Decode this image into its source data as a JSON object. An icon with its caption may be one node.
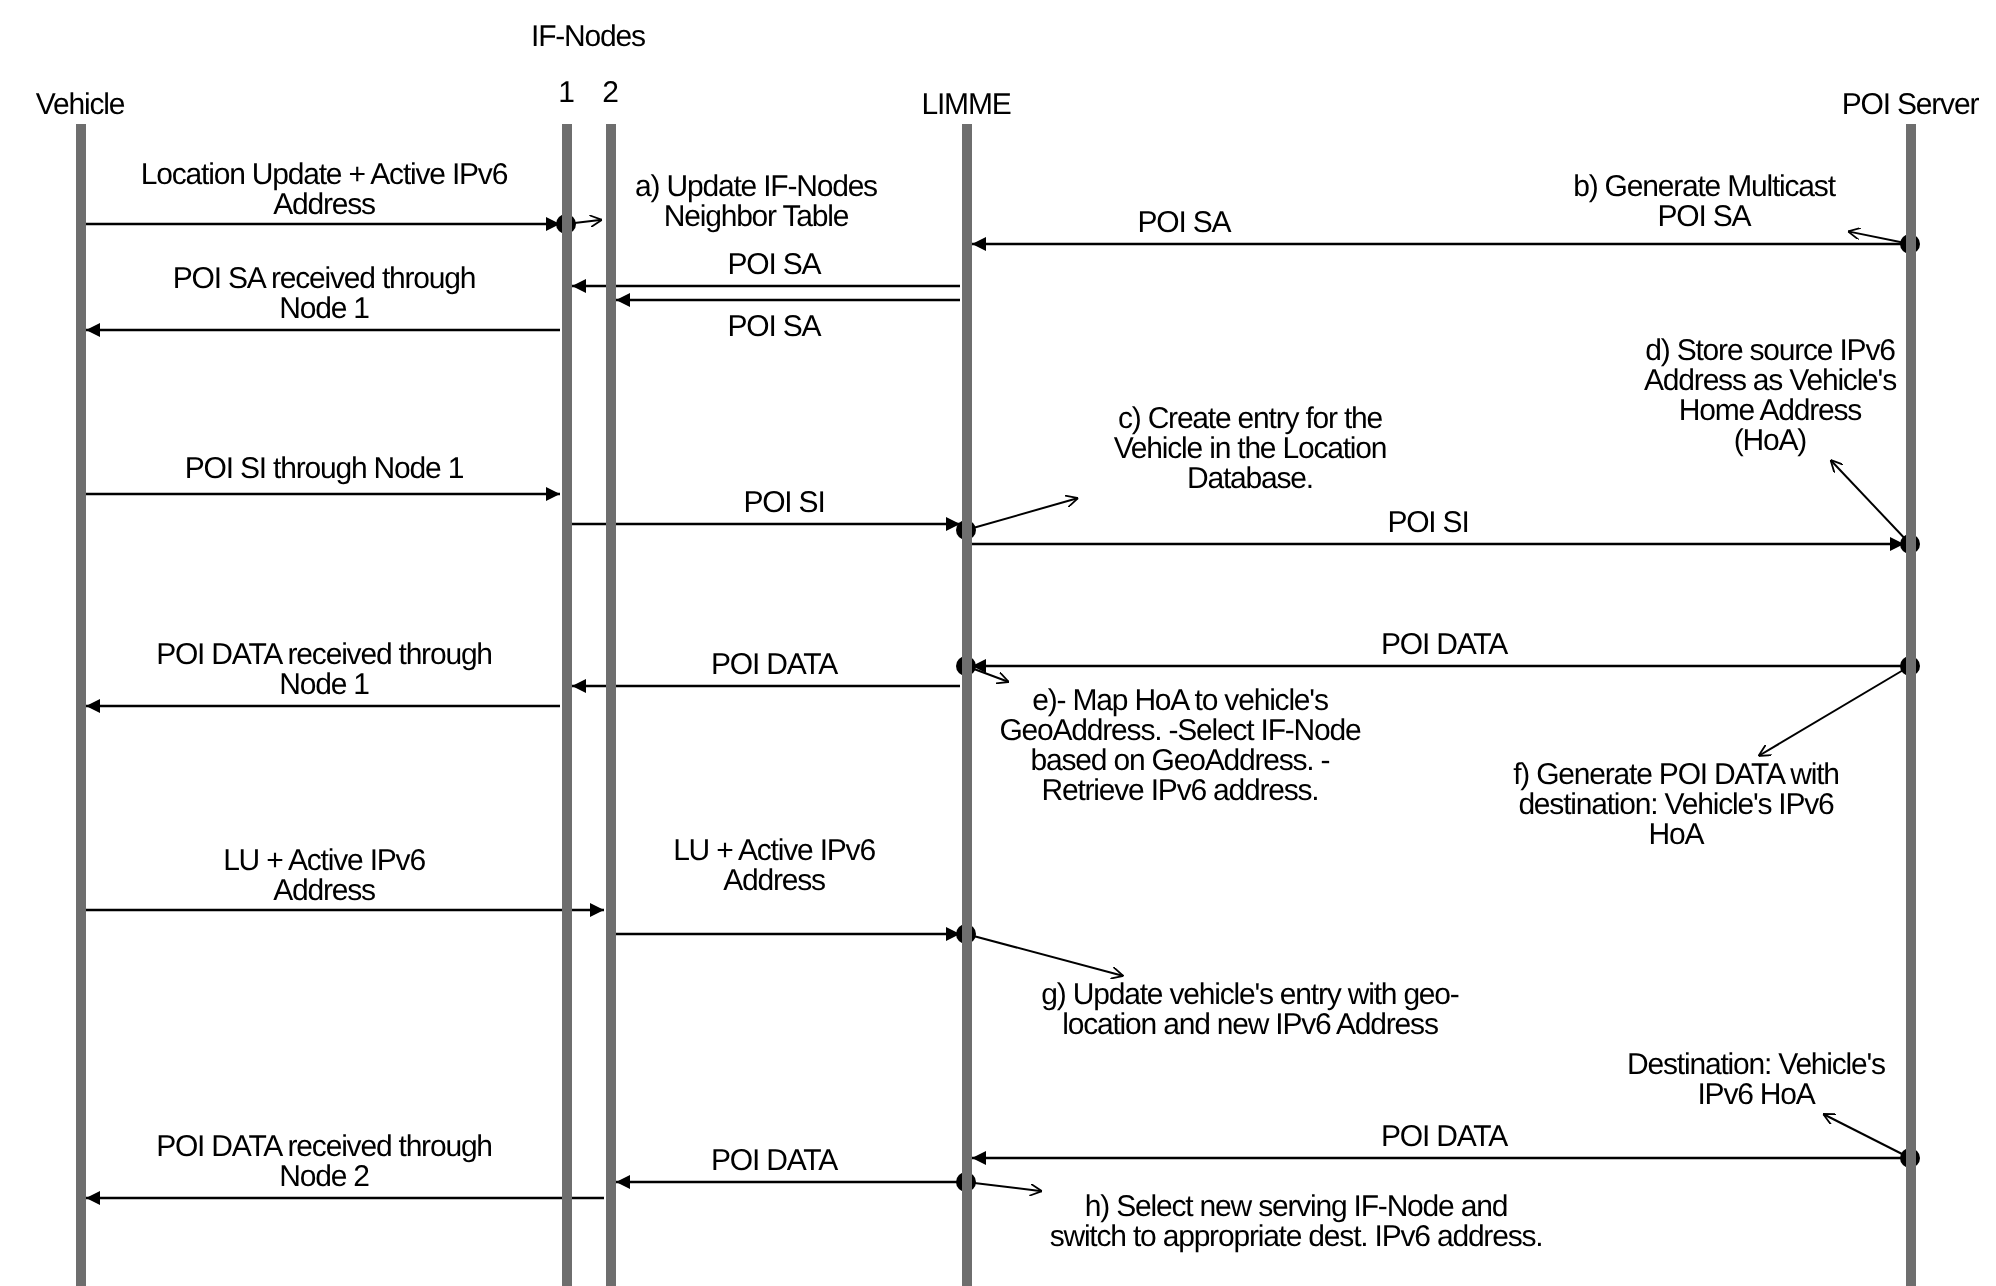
{
  "diagram": {
    "nodes": [
      {
        "text": [
          "Vehicle"
        ]
      },
      {
        "text": [
          "1"
        ]
      },
      {
        "text": [
          "2"
        ]
      },
      {
        "text": [
          "LIMME"
        ]
      },
      {
        "text": [
          "POI Server"
        ]
      },
      {
        "text": [
          "a) Update IF-Nodes Neighbor Table"
        ]
      },
      {
        "text": [
          "b) Generate Multicast POI SA"
        ]
      },
      {
        "text": [
          "c) Create entry for the Vehicle in the Location Database."
        ]
      },
      {
        "text": [
          "d) Store source IPv6 Address as Vehicle's Home Address (HoA)"
        ]
      },
      {
        "text": [
          "e)- Map HoA to vehicle's GeoAddress. -Select IF-Node based on GeoAddress. - Retrieve IPv6 address."
        ]
      },
      {
        "text": [
          "f) Generate POI DATA with destination: Vehicle's IPv6 HoA"
        ]
      },
      {
        "text": [
          "g) Update vehicle's entry with geo-location and new IPv6 Address"
        ]
      },
      {
        "text": [
          "Destination: Vehicle's IPv6 HoA"
        ]
      },
      {
        "text": [
          "h) Select new serving IF-Node and switch to appropriate dest. IPv6 address."
        ]
      }
    ],
    "edges": [
      {
        "from": 0,
        "to": 1,
        "arrow": "to",
        "label": "Location Update + Active IPv6 Address"
      },
      {
        "from": 1,
        "to": 5,
        "arrow": "to"
      },
      {
        "from": 4,
        "to": 3,
        "arrow": "to",
        "label": "POI SA"
      },
      {
        "from": 4,
        "to": 6,
        "arrow": "to"
      },
      {
        "from": 3,
        "to": 1,
        "arrow": "to",
        "label": "POI SA"
      },
      {
        "from": 3,
        "to": 2,
        "arrow": "to",
        "label": "POI SA"
      },
      {
        "from": 1,
        "to": 0,
        "arrow": "to",
        "label": "POI SA received through Node 1"
      },
      {
        "from": 0,
        "to": 1,
        "arrow": "to",
        "label": "POI SI through Node 1"
      },
      {
        "from": 1,
        "to": 3,
        "arrow": "to",
        "label": "POI SI"
      },
      {
        "from": 3,
        "to": 7,
        "arrow": "to"
      },
      {
        "from": 3,
        "to": 4,
        "arrow": "to",
        "label": "POI SI"
      },
      {
        "from": 4,
        "to": 8,
        "arrow": "to"
      },
      {
        "from": 4,
        "to": 3,
        "arrow": "to",
        "label": "POI DATA"
      },
      {
        "from": 3,
        "to": 9,
        "arrow": "to"
      },
      {
        "from": 4,
        "to": 10,
        "arrow": "to"
      },
      {
        "from": 3,
        "to": 1,
        "arrow": "to",
        "label": "POI DATA"
      },
      {
        "from": 1,
        "to": 0,
        "arrow": "to",
        "label": "POI DATA received through Node 1"
      },
      {
        "from": 0,
        "to": 2,
        "arrow": "to",
        "label": "LU + Active IPv6 Address"
      },
      {
        "from": 2,
        "to": 3,
        "arrow": "to",
        "label": "LU + Active IPv6 Address"
      },
      {
        "from": 3,
        "to": 11,
        "arrow": "to"
      },
      {
        "from": 4,
        "to": 3,
        "arrow": "to",
        "label": "POI DATA"
      },
      {
        "from": 4,
        "to": 12,
        "arrow": "to"
      },
      {
        "from": 3,
        "to": 2,
        "arrow": "to",
        "label": "POI DATA"
      },
      {
        "from": 3,
        "to": 13,
        "arrow": "to"
      },
      {
        "from": 2,
        "to": 0,
        "arrow": "to",
        "label": "POI DATA received through Node 2"
      }
    ],
    "labels": [
      "IF-Nodes"
    ]
  }
}
